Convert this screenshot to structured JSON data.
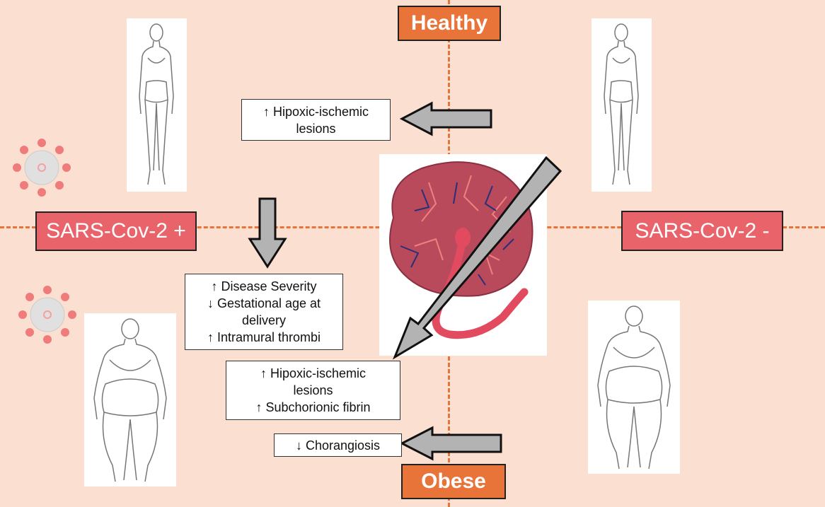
{
  "labels": {
    "healthy": "Healthy",
    "obese": "Obese",
    "sars_pos": "SARS-Cov-2 +",
    "sars_neg": "SARS-Cov-2 -"
  },
  "boxes": {
    "healthy_effect": [
      "↑ Hipoxic-ischemic",
      "lesions"
    ],
    "sars_effect": [
      "↑ Disease Severity",
      "↓ Gestational age at",
      "delivery",
      "↑ Intramural thrombi"
    ],
    "combined_effect": [
      "↑ Hipoxic-ischemic",
      "lesions",
      "↑ Subchorionic fibrin"
    ],
    "obese_effect": [
      "↓ Chorangiosis"
    ]
  },
  "icons": {
    "virus": "virus-icon",
    "woman_slim": "woman-slim-icon",
    "woman_obese": "woman-obese-icon",
    "placenta": "placenta-icon",
    "arrow": "arrow-icon"
  },
  "colors": {
    "background": "#fbe0d2",
    "axis": "#e9743a",
    "orange_label": "#e9743a",
    "red_label": "#e9636a",
    "arrow_fill": "#b3b3b3",
    "placenta": "#b84a5c"
  }
}
